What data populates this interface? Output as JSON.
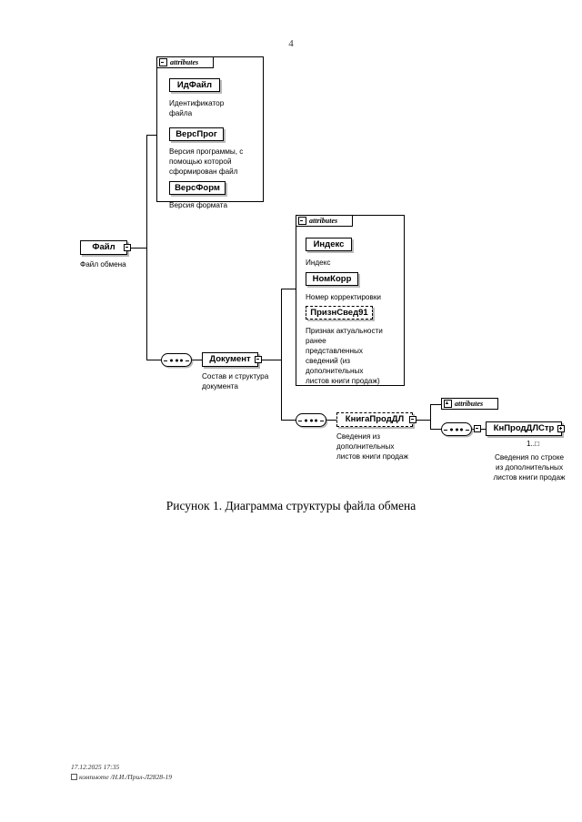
{
  "page": {
    "number": "4",
    "figure_caption": "Рисунок 1. Диаграмма структуры файла обмена",
    "footer_line1": "17.12.2025 17:35",
    "footer_line2": "компьюте /Н.И./Прил-Л2828-19"
  },
  "diagram": {
    "attributes_label": "attributes",
    "file_node": {
      "name": "Файл",
      "caption": "Файл обмена"
    },
    "file_attributes": [
      {
        "name": "ИдФайл",
        "description": "Идентификатор\nфайла",
        "optional": false
      },
      {
        "name": "ВерсПрог",
        "description": "Версия программы, с\nпомощью которой\nсформирован файл",
        "optional": false
      },
      {
        "name": "ВерсФорм",
        "description": "Версия формата",
        "optional": false
      }
    ],
    "document_node": {
      "name": "Документ",
      "caption": "Состав и структура\nдокумента"
    },
    "document_attributes": [
      {
        "name": "Индекс",
        "description": "Индекс",
        "optional": false
      },
      {
        "name": "НомКорр",
        "description": "Номер корректировки",
        "optional": false
      },
      {
        "name": "ПризнСвед91",
        "description": "Признак актуальности\nранее\nпредставленных\nсведений (из\nдополнительных\nлистов книги продаж)",
        "optional": true
      }
    ],
    "book_node": {
      "name": "КнигаПродДЛ",
      "caption": "Сведения из\nдополнительных\nлистов книги продаж",
      "optional": true
    },
    "row_node": {
      "name": "КнПродДЛСтр",
      "caption": "Сведения по строке\nиз дополнительных\nлистов книги продаж",
      "multiplicity": "1..□"
    }
  }
}
